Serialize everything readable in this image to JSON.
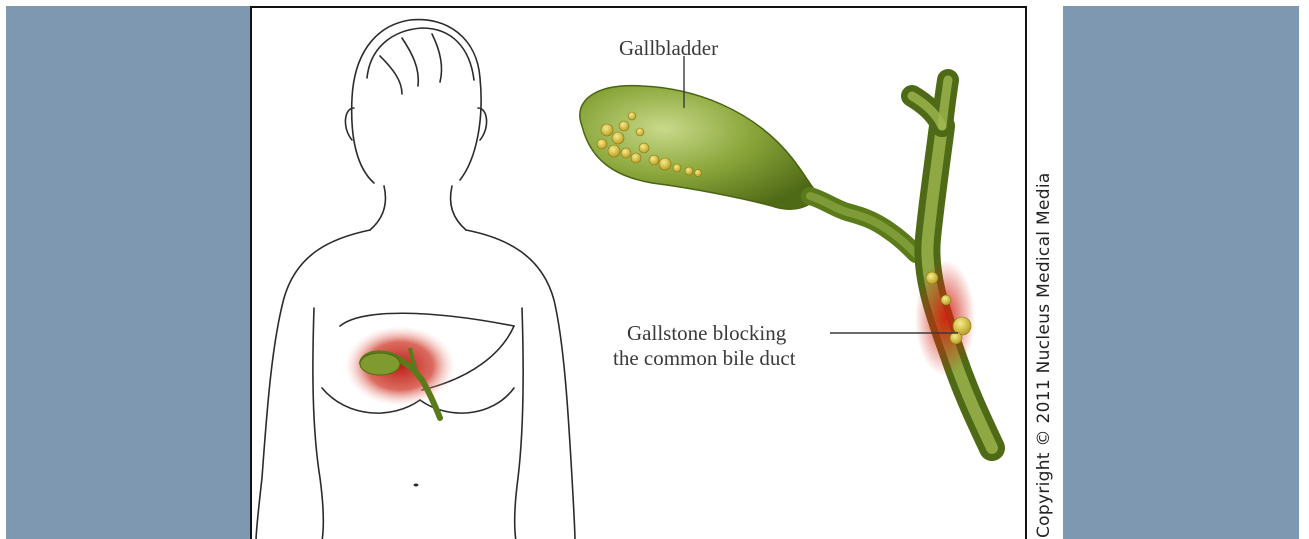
{
  "labels": {
    "gallbladder": "Gallbladder",
    "gallstone_line1": "Gallstone blocking",
    "gallstone_line2": "the common bile duct"
  },
  "copyright": "Copyright © 2011 Nucleus Medical Media",
  "colors": {
    "side_panels": "#7d98b0",
    "gallbladder_green": "#7f9a2e",
    "stone_yellow": "#d8c23a",
    "inflamed_red": "#c62a1e",
    "outline": "#2b2b2b"
  }
}
